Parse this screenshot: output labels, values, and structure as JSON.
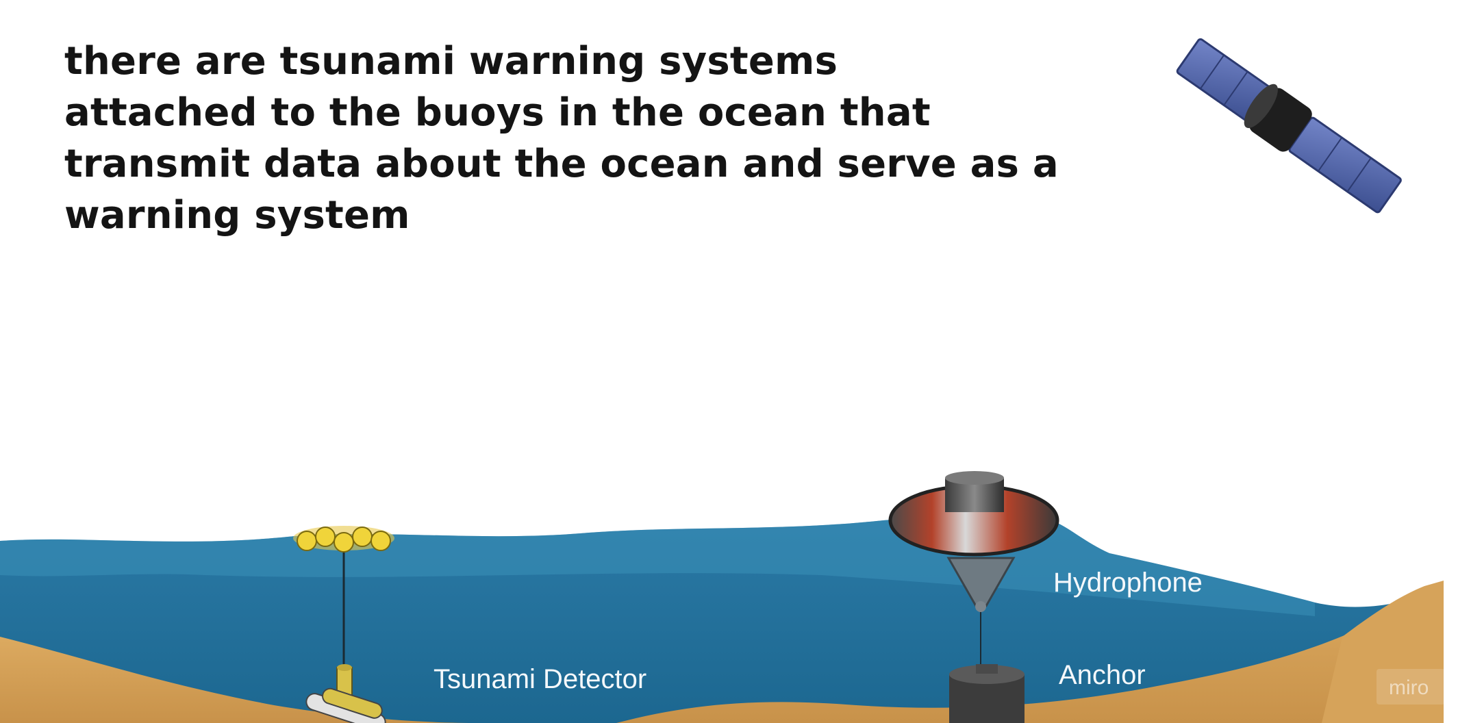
{
  "caption": {
    "lines": [
      "there are tsunami warning systems",
      "attached to the buoys in the ocean that",
      "transmit data about the ocean and serve as a",
      "warning system"
    ]
  },
  "diagram": {
    "labels": {
      "detector": "Tsunami Detector",
      "hydrophone": "Hydrophone",
      "anchor": "Anchor"
    },
    "icons": [
      "satellite-icon",
      "surface-buoy-icon",
      "float-cluster-icon",
      "tsunami-detector-icon",
      "anchor-icon"
    ],
    "colors": {
      "ocean": "#2f7fa8",
      "ocean_deep": "#1f6a93",
      "seabed": "#d6a35a",
      "buoy_red": "#b3422a",
      "satellite_panel": "#5a6fb0"
    }
  },
  "watermark": "miro"
}
